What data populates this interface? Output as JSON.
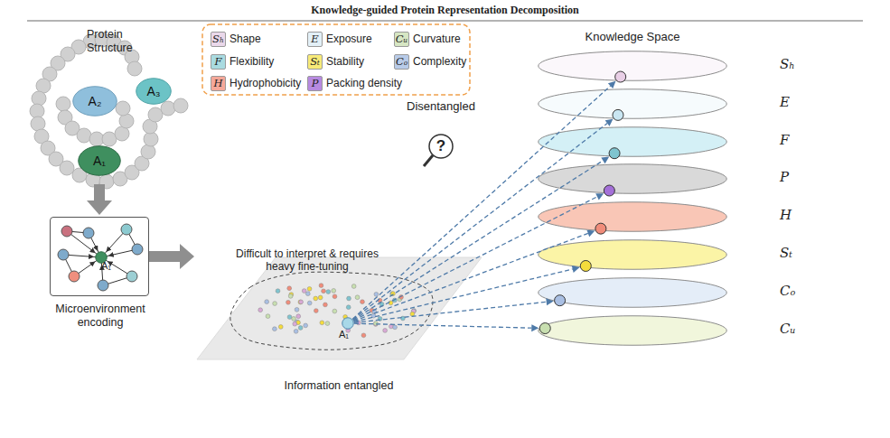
{
  "diagram": {
    "title": "Knowledge-guided Protein Representation Decomposition",
    "nodes": [
      {
        "text": [
          "A₂"
        ]
      },
      {
        "text": [
          "A₃"
        ]
      },
      {
        "text": [
          "A₁"
        ]
      },
      {
        "text": [
          "Microenvironment encoding"
        ]
      },
      {
        "text": [
          "A₁"
        ],
        "in": 3
      },
      {
        "text": [
          "Difficult to interpret & requires heavy fine-tuning",
          "Information entangled"
        ]
      },
      {
        "text": [
          "A₁"
        ],
        "in": 5
      },
      {
        "text": [
          "Sₕ"
        ]
      },
      {
        "text": [
          "E"
        ]
      },
      {
        "text": [
          "F"
        ]
      },
      {
        "text": [
          "P"
        ]
      },
      {
        "text": [
          "H"
        ]
      },
      {
        "text": [
          "Sₜ"
        ]
      },
      {
        "text": [
          "Cₒ"
        ]
      },
      {
        "text": [
          "Cᵤ"
        ]
      }
    ],
    "edges": [
      {
        "from": 3,
        "to": 5,
        "arrow": "to"
      },
      {
        "from": 6,
        "to": 7,
        "arrow": "to"
      },
      {
        "from": 6,
        "to": 8,
        "arrow": "to"
      },
      {
        "from": 6,
        "to": 9,
        "arrow": "to"
      },
      {
        "from": 6,
        "to": 10,
        "arrow": "to"
      },
      {
        "from": 6,
        "to": 11,
        "arrow": "to"
      },
      {
        "from": 6,
        "to": 12,
        "arrow": "to"
      },
      {
        "from": 6,
        "to": 13,
        "arrow": "to"
      },
      {
        "from": 6,
        "to": 14,
        "arrow": "to"
      }
    ],
    "labels": [
      "Protein Structure",
      "Sₕ",
      "E",
      "Cᵤ",
      "F",
      "Sₜ",
      "Cₒ",
      "H",
      "P",
      "Knowledge Space",
      "Disentangled",
      "?"
    ],
    "legend": [
      {
        "text": "Shape",
        "color": "#ead8ea"
      },
      {
        "text": "Exposure",
        "color": "#e3f0f7"
      },
      {
        "text": "Curvature",
        "color": "#d6e6c3"
      },
      {
        "text": "Flexibility",
        "color": "#a9dbe0"
      },
      {
        "text": "Stability",
        "color": "#f7ea78"
      },
      {
        "text": "Complexity",
        "color": "#b8cbe8"
      },
      {
        "text": "Hydrophobicity",
        "color": "#f5a899"
      },
      {
        "text": "Packing density",
        "color": "#b78ae0"
      }
    ]
  }
}
